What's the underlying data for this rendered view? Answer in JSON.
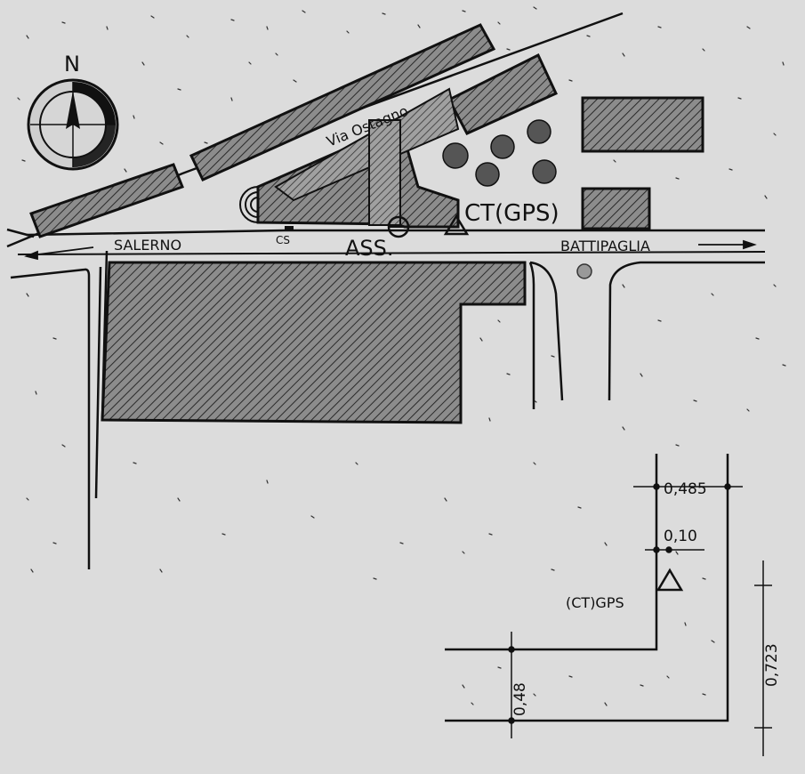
{
  "compass": {
    "north_label": "N"
  },
  "streets": {
    "via_ostagno": "Via Ostagno",
    "salerno": "SALERNO",
    "battipaglia": "BATTIPAGLIA"
  },
  "markers": {
    "cs": "CS",
    "ass": "ASS.",
    "ct_gps": "CT(GPS)"
  },
  "detail": {
    "station_label": "(CT)GPS",
    "dim_top": "0,485",
    "dim_offset": "0,10",
    "dim_left": "0,48",
    "dim_right": "0,723"
  }
}
